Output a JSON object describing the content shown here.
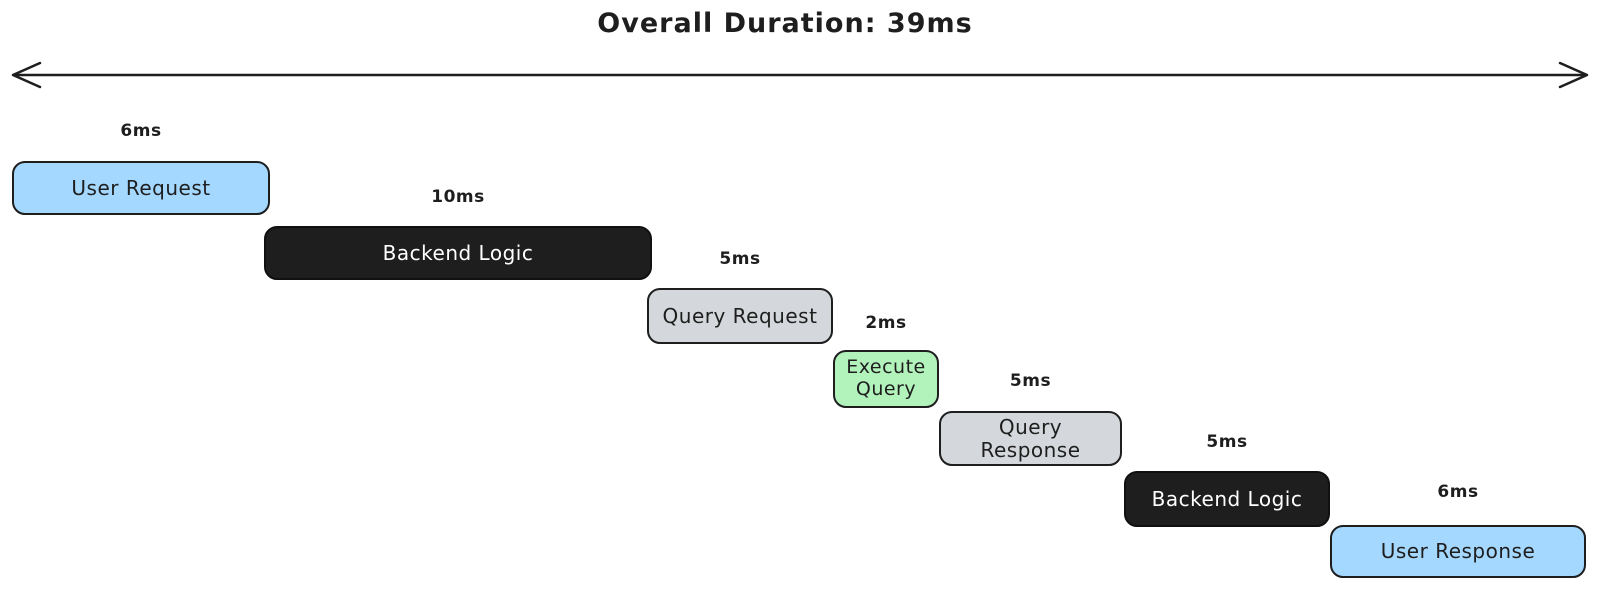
{
  "title": "Overall Duration: 39ms",
  "overall_duration": "39ms",
  "colors": {
    "blue": "#a5d8ff",
    "dark": "#1e1e1e",
    "gray": "#d4d7db",
    "green": "#b2f2bb",
    "stroke": "#1e1e1e",
    "background": "#ffffff"
  },
  "arrow": {
    "icon": "double-headed-arrow-icon",
    "description": "horizontal span arrow under title"
  },
  "steps": [
    {
      "label": "User Request",
      "duration": "6ms",
      "color": "blue"
    },
    {
      "label": "Backend Logic",
      "duration": "10ms",
      "color": "dark"
    },
    {
      "label": "Query Request",
      "duration": "5ms",
      "color": "gray"
    },
    {
      "label": "Execute Query",
      "duration": "2ms",
      "color": "green"
    },
    {
      "label": "Query Response",
      "duration": "5ms",
      "color": "gray"
    },
    {
      "label": "Backend Logic",
      "duration": "5ms",
      "color": "dark"
    },
    {
      "label": "User Response",
      "duration": "6ms",
      "color": "blue"
    }
  ]
}
